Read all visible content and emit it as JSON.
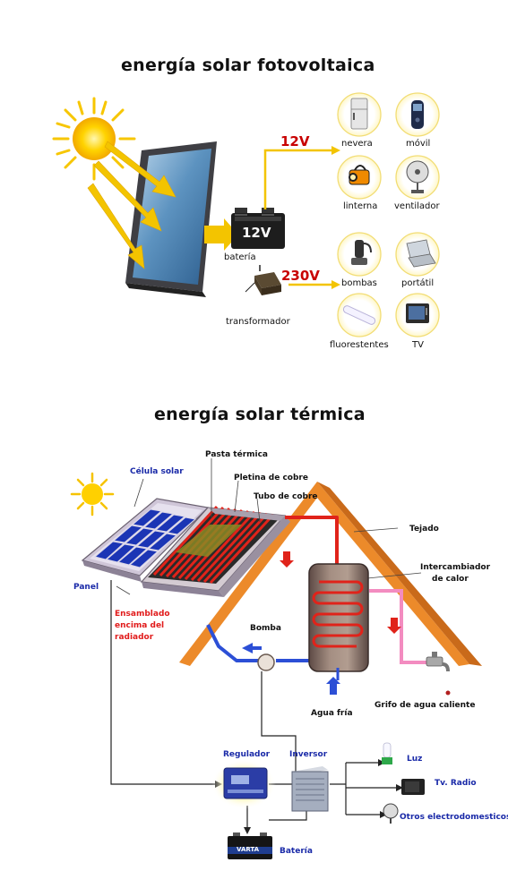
{
  "pv": {
    "title": "energía solar fotovoltaica",
    "voltage_low": "12V",
    "voltage_high": "230V",
    "battery_face": "12V",
    "battery_label": "batería",
    "transformer_label": "transformador",
    "appliances": [
      {
        "label": "nevera",
        "icon": "fridge-icon"
      },
      {
        "label": "móvil",
        "icon": "mobile-phone-icon"
      },
      {
        "label": "linterna",
        "icon": "lantern-icon"
      },
      {
        "label": "ventilador",
        "icon": "fan-icon"
      },
      {
        "label": "bombas",
        "icon": "pump-icon"
      },
      {
        "label": "portátil",
        "icon": "laptop-icon"
      },
      {
        "label": "fluorestentes",
        "icon": "fluorescent-tube-icon"
      },
      {
        "label": "TV",
        "icon": "tv-icon"
      }
    ]
  },
  "thermal": {
    "title": "energía solar térmica",
    "labels": {
      "pasta_termica": "Pasta térmica",
      "celula_solar": "Célula solar",
      "pletina": "Pletina de cobre",
      "tubo": "Tubo de cobre",
      "tejado": "Tejado",
      "intercambiador_1": "Intercambiador",
      "intercambiador_2": "de calor",
      "panel": "Panel",
      "ensamblado_1": "Ensamblado",
      "ensamblado_2": "encima del",
      "ensamblado_3": "radiador",
      "bomba": "Bomba",
      "agua_fria": "Agua fría",
      "grifo": "Grifo de agua caliente",
      "regulador": "Regulador",
      "inversor": "Inversor",
      "luz": "Luz",
      "tv_radio": "Tv. Radio",
      "otros": "Otros electrodomesticos",
      "bateria": "Batería",
      "varta": "VARTA"
    }
  },
  "colors": {
    "arrow_yellow": "#f3c400",
    "voltage_red": "#c80000",
    "roof_orange": "#ec8a2a",
    "pipe_blue": "#2c4fd6",
    "hot_red": "#e0231a",
    "label_blue": "#1a2aa8",
    "label_red": "#e11b1b"
  }
}
